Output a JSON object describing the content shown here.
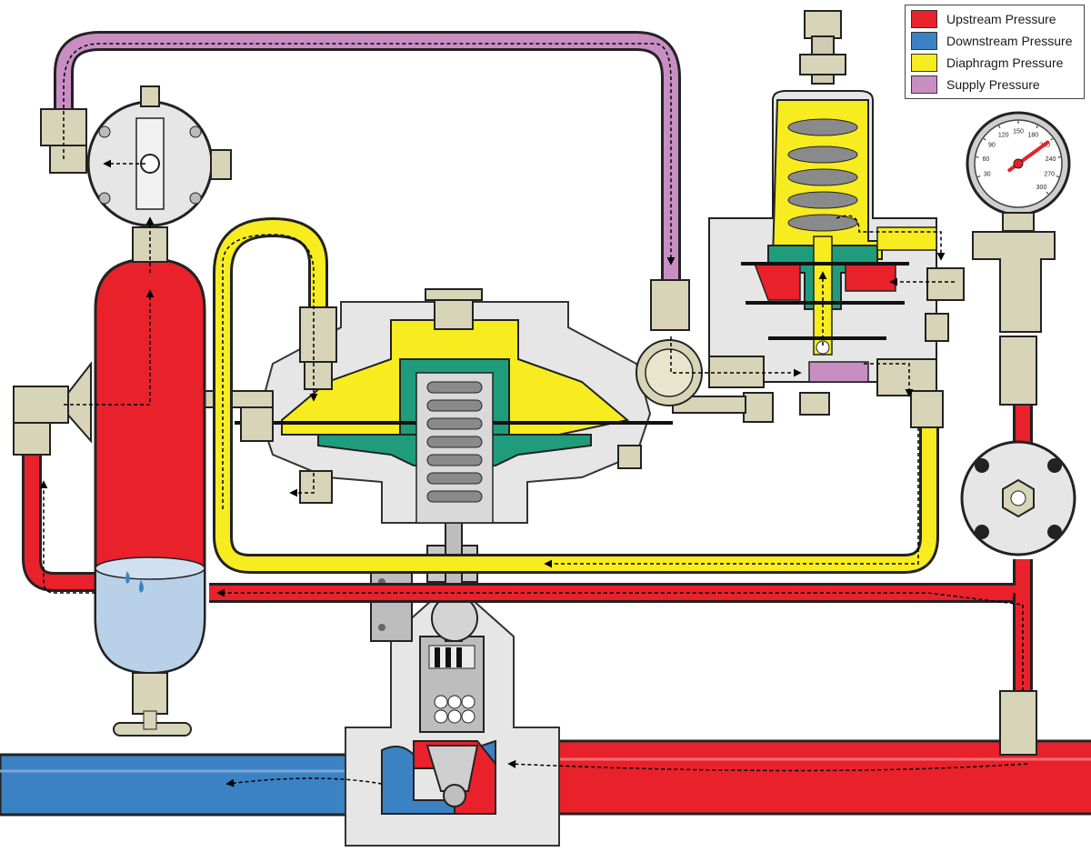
{
  "legend": {
    "items": [
      {
        "label": "Upstream Pressure",
        "color": "#e8212b"
      },
      {
        "label": "Downstream Pressure",
        "color": "#3b82c4"
      },
      {
        "label": "Diaphragm Pressure",
        "color": "#f7ec1f"
      },
      {
        "label": "Supply Pressure",
        "color": "#c88ec3"
      }
    ]
  },
  "gauge": {
    "scale_labels": [
      "30",
      "60",
      "90",
      "120",
      "150",
      "180",
      "210",
      "240",
      "270",
      "300"
    ],
    "needle_value": 210
  },
  "colors": {
    "upstream": "#e8212b",
    "downstream": "#3b82c4",
    "diaphragm": "#f7ec1f",
    "supply": "#c88ec3",
    "body_gray": "#e6e6e6",
    "fitting": "#d8d4b8",
    "diaphragm_plate": "#1f9c7c",
    "spring": "#8a8a8a"
  }
}
